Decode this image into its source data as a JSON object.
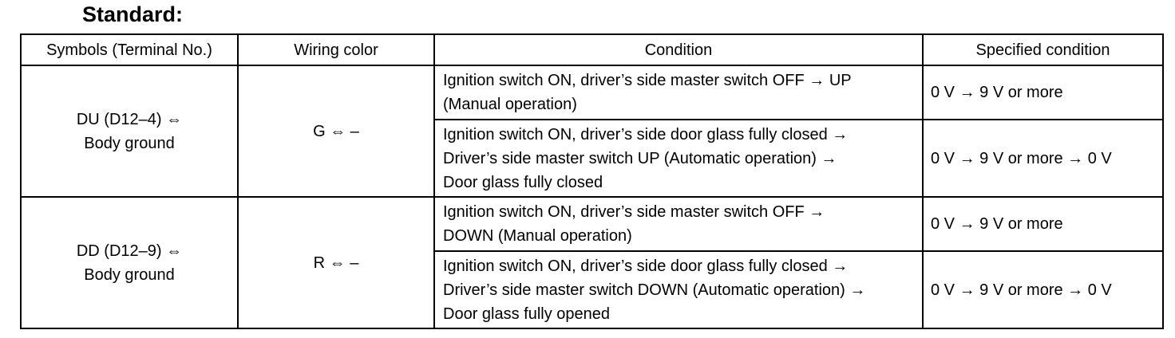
{
  "title": "Standard:",
  "columns": [
    "Symbols (Terminal No.)",
    "Wiring color",
    "Condition",
    "Specified condition"
  ],
  "groups": [
    {
      "symbol": [
        "DU (D12–4) ⇔",
        "Body ground"
      ],
      "wiring": "G ⇔ –",
      "rows": [
        {
          "condition": [
            "Ignition switch ON, driver’s side master switch OFF → UP",
            "(Manual operation)"
          ],
          "specified": "0 V → 9 V or more"
        },
        {
          "condition": [
            "Ignition switch ON, driver’s side door glass fully closed →",
            "Driver’s side master switch UP (Automatic operation) →",
            "Door glass fully closed"
          ],
          "specified": "0 V → 9 V or more → 0 V"
        }
      ]
    },
    {
      "symbol": [
        "DD (D12–9) ⇔",
        "Body ground"
      ],
      "wiring": "R ⇔ –",
      "rows": [
        {
          "condition": [
            "Ignition switch ON, driver’s side master switch OFF →",
            "DOWN (Manual operation)"
          ],
          "specified": "0 V → 9 V or more"
        },
        {
          "condition": [
            "Ignition switch ON, driver’s side door glass fully closed →",
            "Driver’s side master switch DOWN (Automatic operation) →",
            "Door glass fully opened"
          ],
          "specified": "0 V → 9 V or more → 0 V"
        }
      ]
    }
  ]
}
